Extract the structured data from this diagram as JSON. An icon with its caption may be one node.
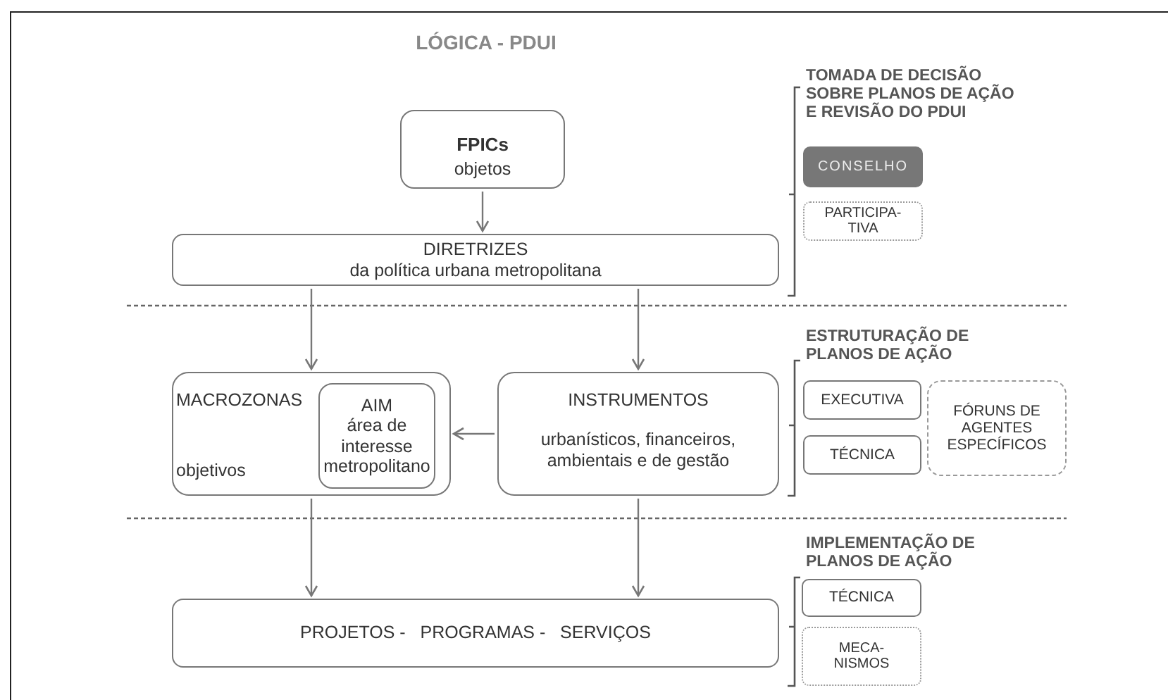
{
  "diagram": {
    "title": "LÓGICA - PDUI",
    "nodes": [
      {
        "text": [
          "FPICs",
          "objetos"
        ]
      },
      {
        "text": [
          "DIRETRIZES",
          "da política urbana metropolitana"
        ]
      },
      {
        "text": [
          "MACROZONAS",
          "objetivos"
        ]
      },
      {
        "text": [
          "AIM",
          "área de interesse metropolitano"
        ],
        "in": 2
      },
      {
        "text": [
          "INSTRUMENTOS",
          "urbanísticos, financeiros, ambientais e de gestão"
        ]
      },
      {
        "text": [
          "PROJETOS -   PROGRAMAS -   SERVIÇOS"
        ]
      },
      {
        "text": [
          "CONSELHO"
        ]
      },
      {
        "text": [
          "PARTICIPA- TIVA"
        ]
      },
      {
        "text": [
          "EXECUTIVA"
        ]
      },
      {
        "text": [
          "TÉCNICA"
        ]
      },
      {
        "text": [
          "FÓRUNS DE AGENTES ESPECÍFICOS"
        ]
      },
      {
        "text": [
          "TÉCNICA"
        ]
      },
      {
        "text": [
          "MECA- NISMOS"
        ]
      }
    ],
    "edges": [
      {
        "from": 0,
        "to": 1,
        "arrow": "to"
      },
      {
        "from": 1,
        "to": 2,
        "arrow": "to"
      },
      {
        "from": 1,
        "to": 4,
        "arrow": "to"
      },
      {
        "from": 4,
        "to": 2,
        "arrow": "to"
      },
      {
        "from": 2,
        "to": 5,
        "arrow": "to"
      },
      {
        "from": 4,
        "to": 5,
        "arrow": "to"
      }
    ],
    "labels": [
      "TOMADA DE DECISÃO SOBRE PLANOS DE AÇÃO E REVISÃO DO PDUI",
      "ESTRUTURAÇÃO DE PLANOS DE AÇÃO",
      "IMPLEMENTAÇÃO DE PLANOS DE AÇÃO"
    ]
  }
}
